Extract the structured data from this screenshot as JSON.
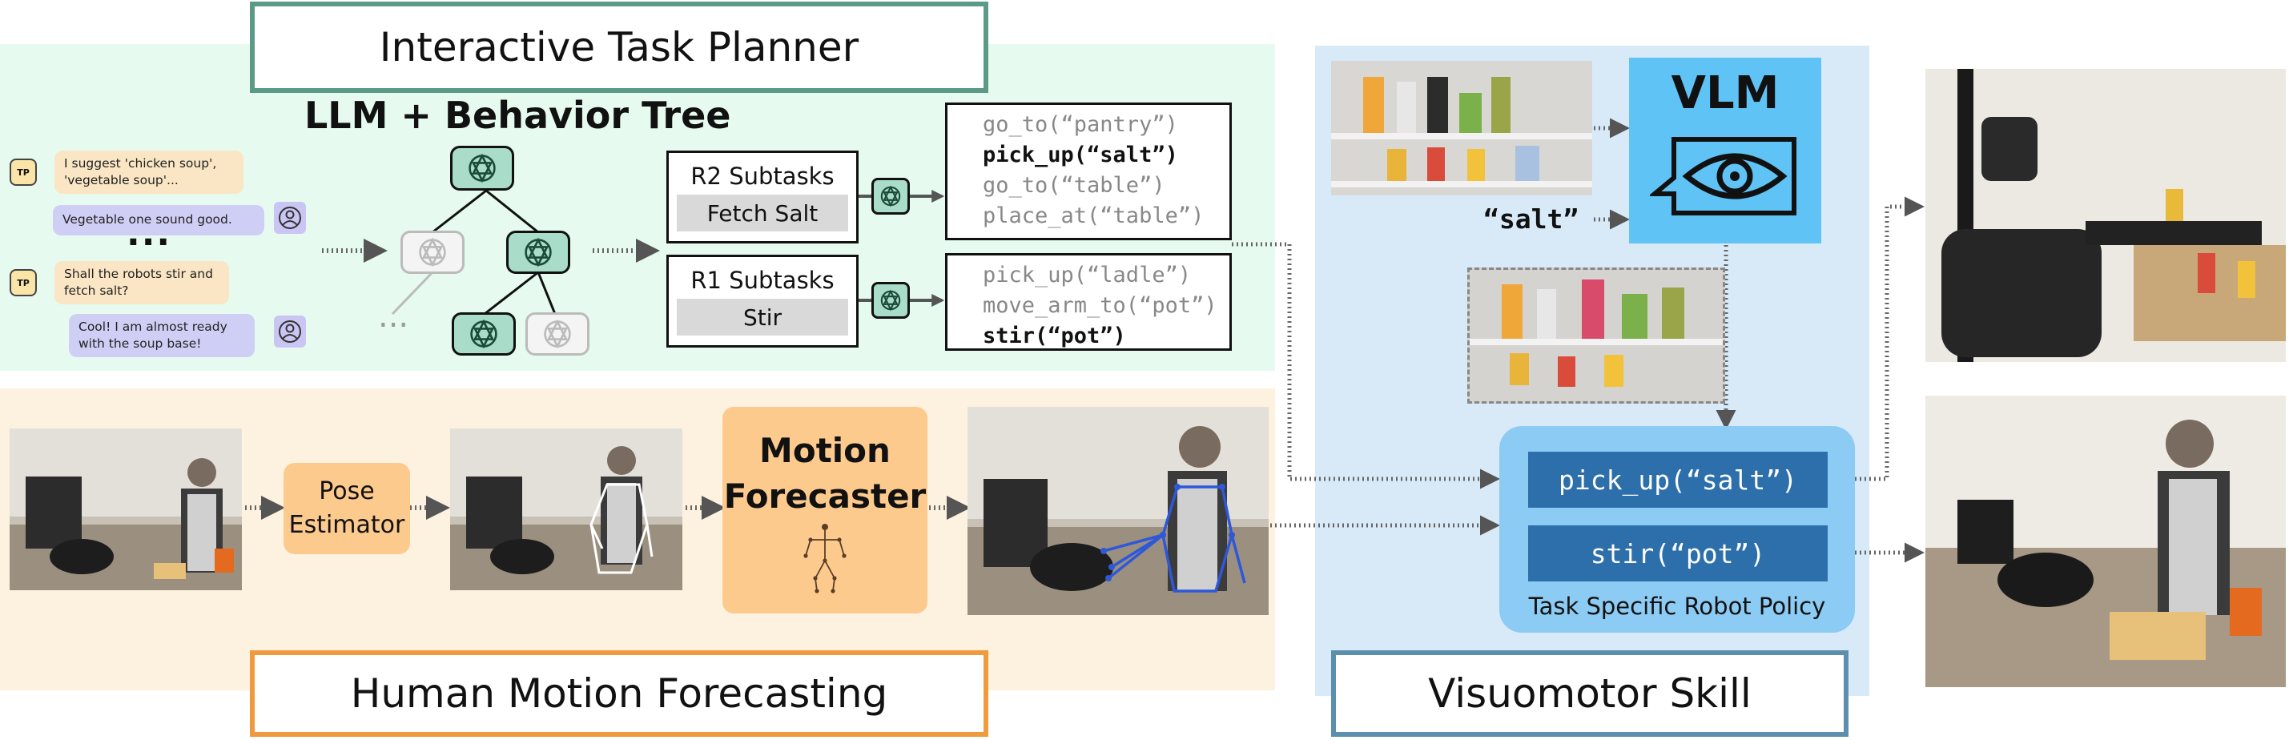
{
  "planner": {
    "title": "Interactive Task Planner",
    "subtitle": "LLM + Behavior Tree",
    "chat": [
      {
        "speaker": "robot",
        "avatar": "TP",
        "text": "I suggest 'chicken soup', 'vegetable soup'..."
      },
      {
        "speaker": "human",
        "text": "Vegetable one sound good."
      },
      {
        "speaker": "ellipsis",
        "text": "..."
      },
      {
        "speaker": "robot",
        "avatar": "TP",
        "text": "Shall the robots stir and fetch salt?"
      },
      {
        "speaker": "human",
        "text": "Cool! I am almost ready with the soup base!"
      }
    ],
    "tree_ellipsis": "...",
    "r2": {
      "title": "R2 Subtasks",
      "task": "Fetch Salt",
      "code": [
        {
          "text": "go_to(“pantry”)",
          "active": false
        },
        {
          "text": "pick_up(“salt”)",
          "active": true
        },
        {
          "text": "go_to(“table”)",
          "active": false
        },
        {
          "text": "place_at(“table”)",
          "active": false
        }
      ]
    },
    "r1": {
      "title": "R1 Subtasks",
      "task": "Stir",
      "code": [
        {
          "text": "pick_up(“ladle”)",
          "active": false
        },
        {
          "text": "move_arm_to(“pot”)",
          "active": false
        },
        {
          "text": "stir(“pot”)",
          "active": true
        }
      ]
    }
  },
  "forecast": {
    "title": "Human Motion Forecasting",
    "pose_estimator": "Pose Estimator",
    "forecaster_line1": "Motion",
    "forecaster_line2": "Forecaster"
  },
  "visuomotor": {
    "title": "Visuomotor Skill",
    "vlm": "VLM",
    "query": "“salt”",
    "policy_label": "Task Specific Robot Policy",
    "cmd_pick": "pick_up(“salt”)",
    "cmd_stir": "stir(“pot”)"
  },
  "colors": {
    "green_panel": "#e6faef",
    "orange_panel": "#fdf1df",
    "blue_panel": "#d8e9f8",
    "planner_border": "#5a9a86",
    "forecast_border": "#ef9a3d",
    "visuomotor_border": "#5b8fad",
    "policy_bg": "#8ccbf3",
    "policy_button": "#2d6faa",
    "vlm_bg": "#5fc3f5",
    "orange_box": "#fdca8e",
    "active_arrow": "#3f7d2a"
  }
}
